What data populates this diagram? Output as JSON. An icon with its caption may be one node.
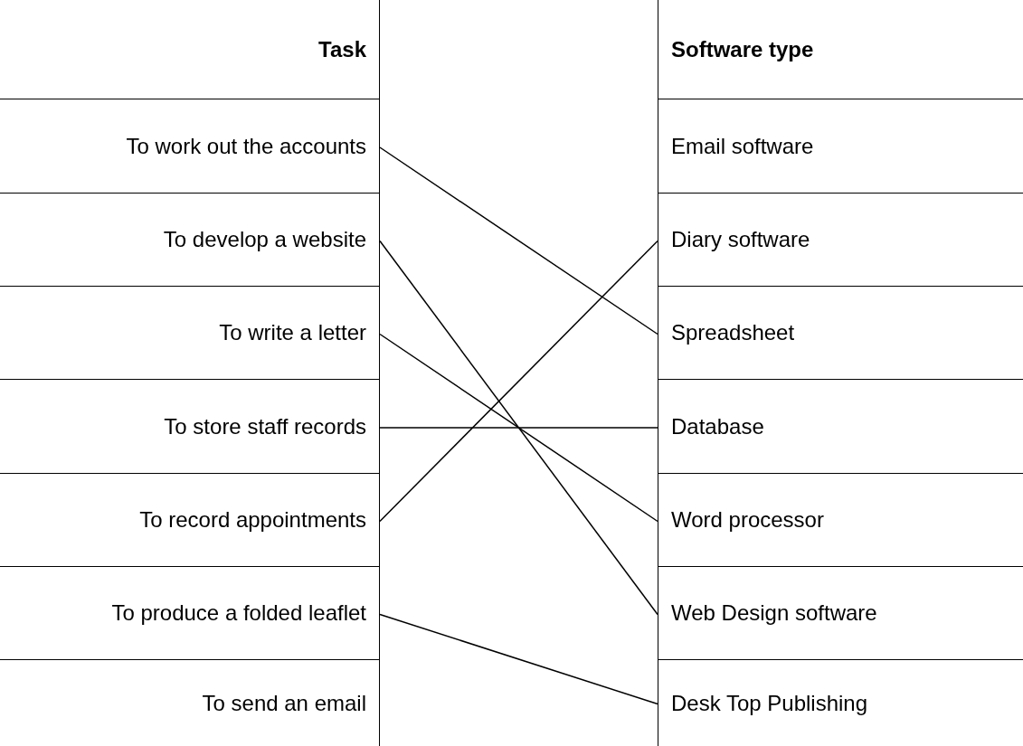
{
  "diagram": {
    "nodes": [
      {
        "text": [
          "Task"
        ]
      },
      {
        "text": [
          "To work out the accounts"
        ]
      },
      {
        "text": [
          "To develop a website"
        ]
      },
      {
        "text": [
          "To write a letter"
        ]
      },
      {
        "text": [
          "To store staff records"
        ]
      },
      {
        "text": [
          "To record appointments"
        ]
      },
      {
        "text": [
          "To produce a folded leaflet"
        ]
      },
      {
        "text": [
          "To send an email"
        ]
      },
      {
        "text": [
          "Software type"
        ]
      },
      {
        "text": [
          "Email software"
        ]
      },
      {
        "text": [
          "Diary software"
        ]
      },
      {
        "text": [
          "Spreadsheet"
        ]
      },
      {
        "text": [
          "Database"
        ]
      },
      {
        "text": [
          "Word processor"
        ]
      },
      {
        "text": [
          "Web Design software"
        ]
      },
      {
        "text": [
          "Desk Top Publishing"
        ]
      }
    ],
    "edges": [
      {
        "from": 1,
        "to": 11,
        "arrow": "none"
      },
      {
        "from": 2,
        "to": 14,
        "arrow": "none"
      },
      {
        "from": 3,
        "to": 13,
        "arrow": "none"
      },
      {
        "from": 4,
        "to": 12,
        "arrow": "none"
      },
      {
        "from": 5,
        "to": 10,
        "arrow": "none"
      },
      {
        "from": 6,
        "to": 15,
        "arrow": "none"
      }
    ]
  }
}
